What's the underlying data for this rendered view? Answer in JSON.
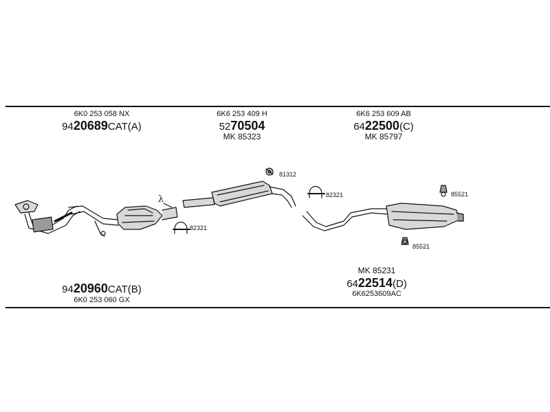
{
  "top_labels": [
    {
      "ref": "6K0 253 058 NX",
      "prefix": "94",
      "code": "20689",
      "suffix": "CAT(A)",
      "mk": ""
    },
    {
      "ref": "6K6 253 409 H",
      "prefix": "52",
      "code": "70504",
      "suffix": "",
      "mk": "MK 85323"
    },
    {
      "ref": "6K6 253 609 AB",
      "prefix": "64",
      "code": "22500",
      "suffix": "(C)",
      "mk": "MK 85797"
    }
  ],
  "bottom_left": {
    "prefix": "94",
    "code": "20960",
    "suffix": "CAT(B)",
    "ref": "6K0 253 060 GX"
  },
  "bottom_right": {
    "mk": "MK 85231",
    "prefix": "64",
    "code": "22514",
    "suffix": "(D)",
    "ref": "6K6253609AC"
  },
  "parts": {
    "lambda": "λ",
    "clamp_left": "82321",
    "hanger_mid": "81312",
    "clamp_mid": "82321",
    "hanger_right_top": "85521",
    "hanger_right_bottom": "85521"
  },
  "colors": {
    "line": "#111111",
    "fill": "#d8d8d8",
    "shade": "#9a9a9a"
  }
}
